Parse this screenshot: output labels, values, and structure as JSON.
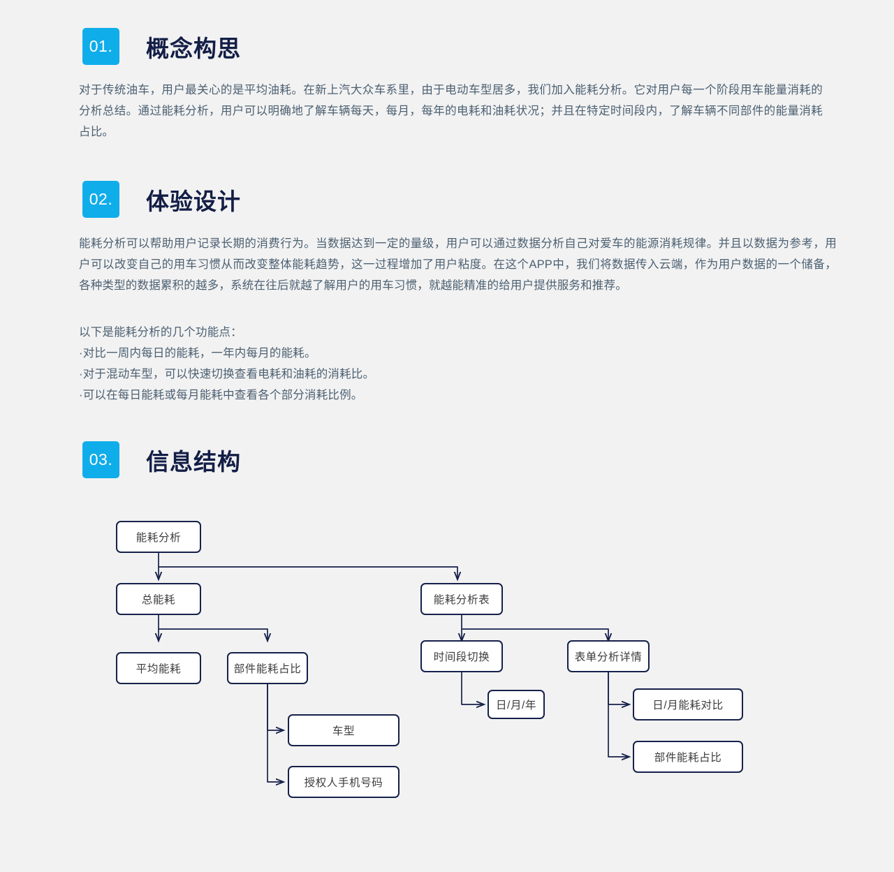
{
  "page": {
    "background_color": "#f2f2f2",
    "accent_color": "#10ADEB",
    "heading_color": "#131e46",
    "body_text_color": "#4c6072",
    "node_border_color": "#16214b"
  },
  "sections": [
    {
      "number": "01.",
      "title": "概念构思",
      "paragraphs": [
        "对于传统油车，用户最关心的是平均油耗。在新上汽大众车系里，由于电动车型居多，我们加入能耗分析。它对用户每一个阶段用车能量消耗的分析总结。通过能耗分析，用户可以明确地了解车辆每天，每月，每年的电耗和油耗状况；并且在特定时间段内，了解车辆不同部件的能量消耗占比。"
      ]
    },
    {
      "number": "02.",
      "title": "体验设计",
      "paragraphs": [
        "能耗分析可以帮助用户记录长期的消费行为。当数据达到一定的量级，用户可以通过数据分析自己对爱车的能源消耗规律。并且以数据为参考，用户可以改变自己的用车习惯从而改变整体能耗趋势，这一过程增加了用户粘度。在这个APP中，我们将数据传入云端，作为用户数据的一个储备，各种类型的数据累积的越多，系统在往后就越了解用户的用车习惯，就越能精准的给用户提供服务和推荐。"
      ],
      "list_intro": "以下是能耗分析的几个功能点：",
      "list_items": [
        "·对比一周内每日的能耗，一年内每月的能耗。",
        "·对于混动车型，可以快速切换查看电耗和油耗的消耗比。",
        "·可以在每日能耗或每月能耗中查看各个部分消耗比例。"
      ]
    },
    {
      "number": "03.",
      "title": "信息结构",
      "paragraphs": []
    }
  ],
  "flowchart": {
    "nodes": [
      {
        "id": "root",
        "label": "能耗分析"
      },
      {
        "id": "total",
        "label": "总能耗"
      },
      {
        "id": "table",
        "label": "能耗分析表"
      },
      {
        "id": "avg",
        "label": "平均能耗"
      },
      {
        "id": "partratio",
        "label": "部件能耗占比"
      },
      {
        "id": "timeswitch",
        "label": "时间段切换"
      },
      {
        "id": "formdetail",
        "label": "表单分析详情"
      },
      {
        "id": "carmodel",
        "label": "车型"
      },
      {
        "id": "phone",
        "label": "授权人手机号码"
      },
      {
        "id": "dmy",
        "label": "日/月/年"
      },
      {
        "id": "dmcompare",
        "label": "日/月能耗对比"
      },
      {
        "id": "partratio2",
        "label": "部件能耗占比"
      }
    ]
  }
}
